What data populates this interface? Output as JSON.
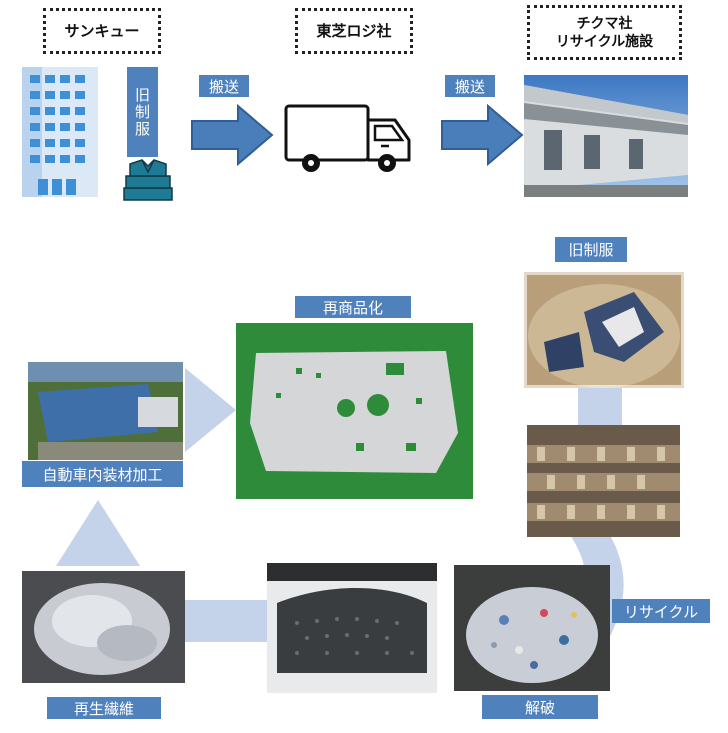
{
  "top": {
    "box_sankyu": "サンキュー",
    "box_toshiba": "東芝ロジ社",
    "box_chikuma": "チクマ社\nリサイクル施設",
    "uniform_label": "旧制服",
    "transport_label_1": "搬送",
    "transport_label_2": "搬送"
  },
  "cycle": {
    "old_uniform": "旧制服",
    "resale": "再商品化",
    "auto_interior": "自動車内装材加工",
    "recycled_fiber": "再生繊維",
    "crushing": "解破",
    "recycle": "リサイクル"
  },
  "colors": {
    "label_blue": "#4f81bd",
    "arrow_blue": "#4a7ebb",
    "pale_arrow": "#c4d3ea"
  }
}
